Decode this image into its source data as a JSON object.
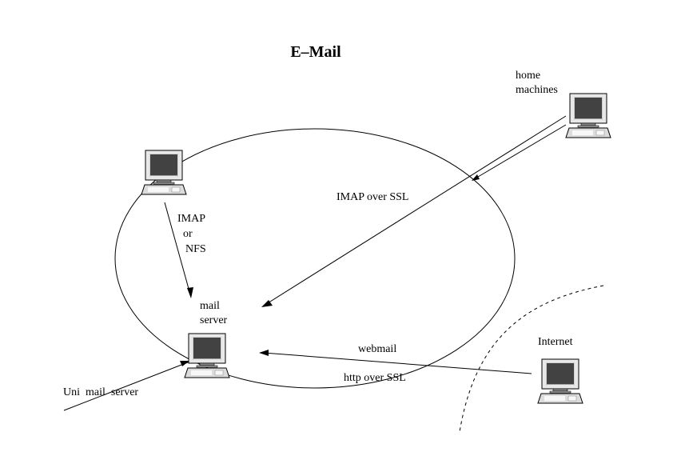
{
  "title": "E–Mail",
  "nodes": {
    "home_machines": {
      "label_line1": "home",
      "label_line2": "machines",
      "icon": "computer-icon"
    },
    "workstation": {
      "icon": "computer-icon"
    },
    "mail_server": {
      "label_line1": "mail",
      "label_line2": "server",
      "icon": "computer-icon"
    },
    "internet": {
      "label": "Internet",
      "icon": "computer-icon"
    },
    "uni_mail_server": {
      "label": "Uni  mail  server"
    }
  },
  "connections": {
    "workstation_to_server": {
      "label_line1": "IMAP",
      "label_line2": "or",
      "label_line3": "NFS"
    },
    "home_to_server": {
      "label": "IMAP over SSL"
    },
    "internet_to_server": {
      "label_top": "webmail",
      "label_bottom": "http over SSL"
    }
  },
  "colors": {
    "line": "#000000",
    "monitor_frame": "#e6e6e6",
    "monitor_screen": "#404040",
    "keyboard": "#dcdcdc"
  }
}
